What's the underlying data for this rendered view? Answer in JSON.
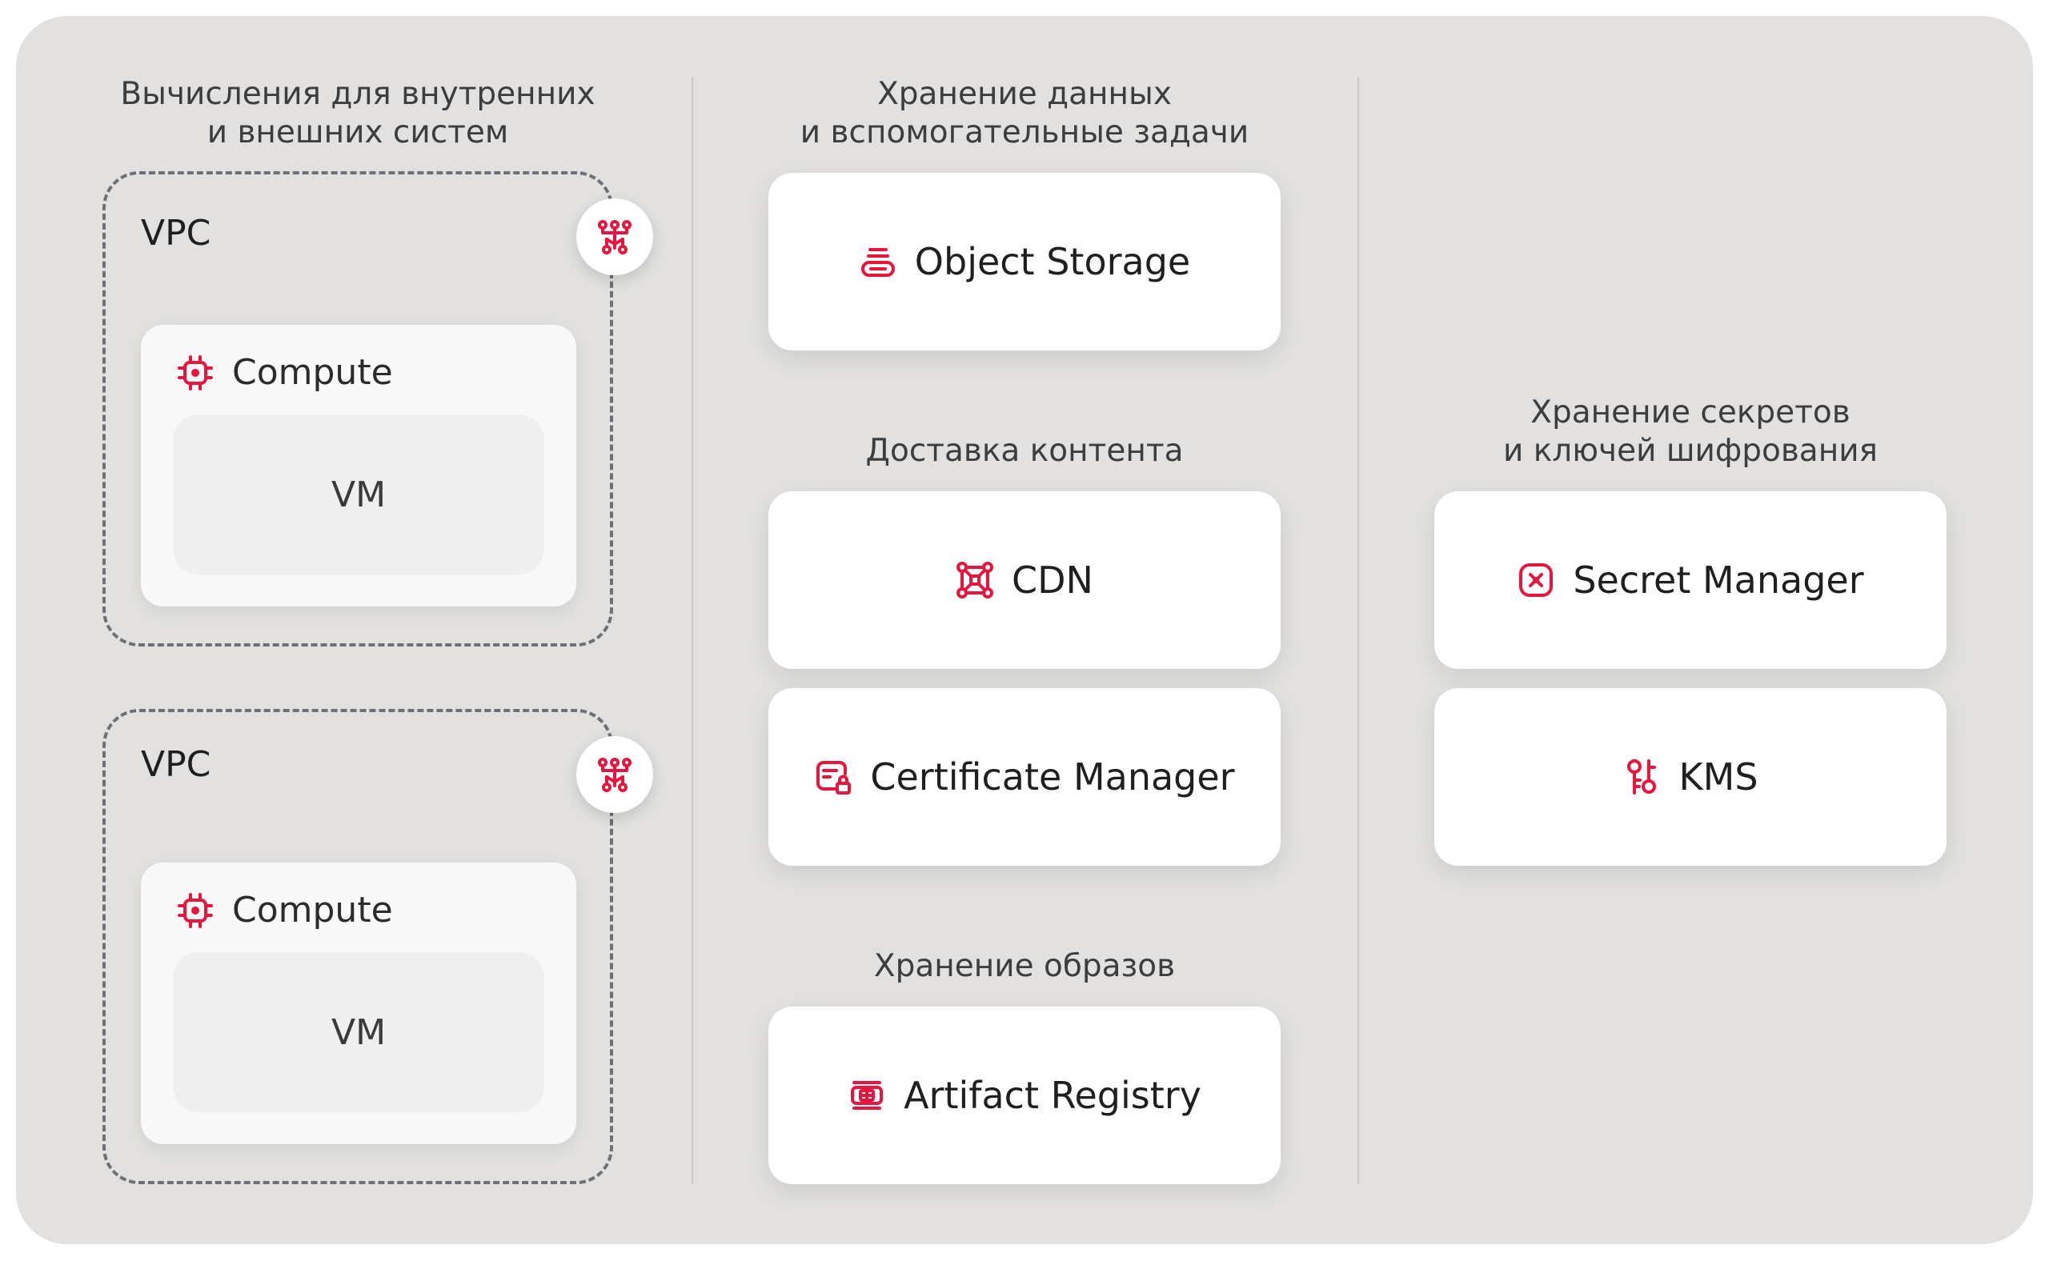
{
  "colors": {
    "background": "#e2e1df",
    "accent": "#e6163e",
    "card": "#ffffff"
  },
  "columns": {
    "compute": {
      "label": "Вычисления для внутренних\nи внешних систем",
      "vpcs": [
        {
          "label": "VPC",
          "icon": "network-icon",
          "compute": {
            "label": "Compute",
            "icon": "chip-icon",
            "vm": "VM"
          }
        },
        {
          "label": "VPC",
          "icon": "network-icon",
          "compute": {
            "label": "Compute",
            "icon": "chip-icon",
            "vm": "VM"
          }
        }
      ]
    },
    "storage": {
      "groups": [
        {
          "label": "Хранение данных\nи вспомогательные задачи",
          "services": [
            {
              "name": "Object Storage",
              "icon": "storage-icon"
            }
          ]
        },
        {
          "label": "Доставка контента",
          "services": [
            {
              "name": "CDN",
              "icon": "cdn-icon"
            },
            {
              "name": "Certificate Manager",
              "icon": "certificate-icon"
            }
          ]
        },
        {
          "label": "Хранение образов",
          "services": [
            {
              "name": "Artifact Registry",
              "icon": "registry-icon"
            }
          ]
        }
      ]
    },
    "security": {
      "label": "Хранение секретов\nи ключей шифрования",
      "services": [
        {
          "name": "Secret Manager",
          "icon": "secret-icon"
        },
        {
          "name": "KMS",
          "icon": "key-icon"
        }
      ]
    }
  }
}
